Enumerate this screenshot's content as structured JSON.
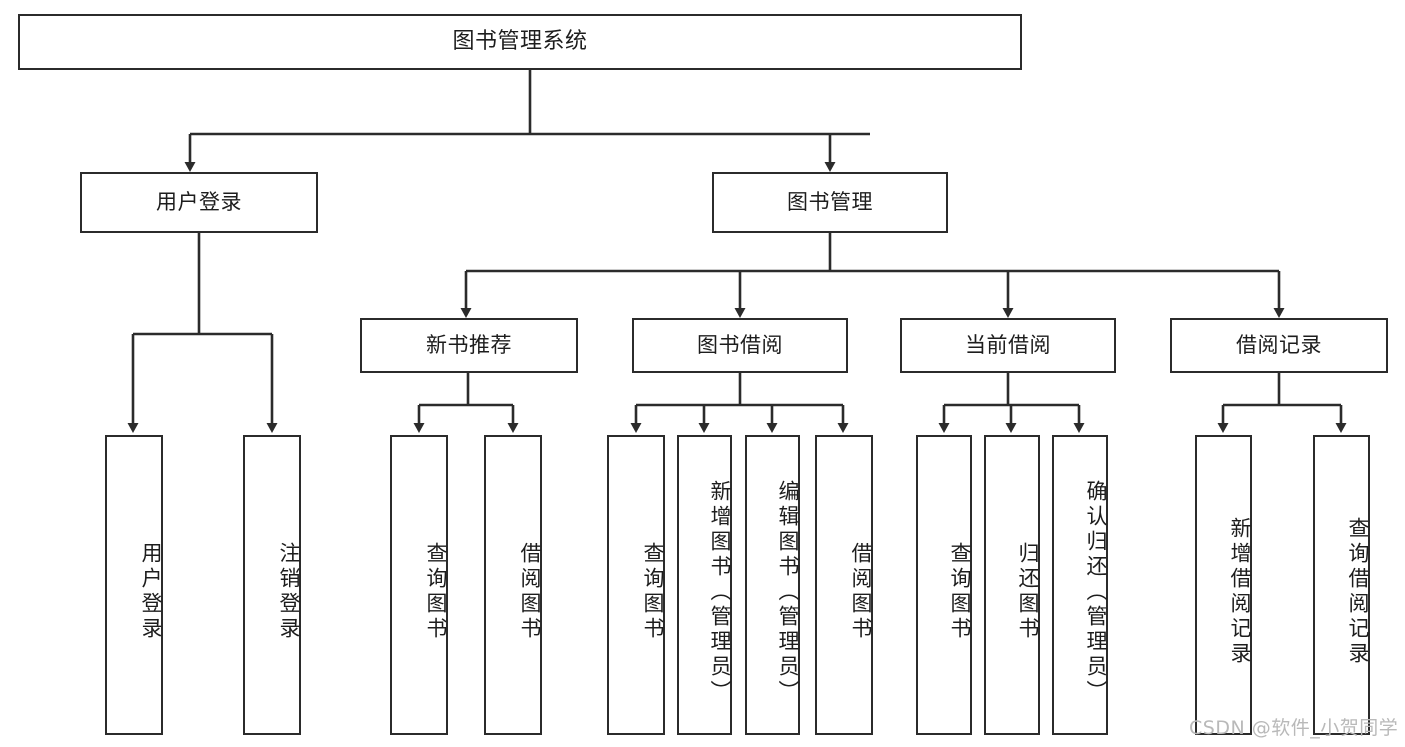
{
  "diagram": {
    "type": "tree-hierarchy",
    "title": "图书管理系统",
    "orientation": "top-down",
    "colors": {
      "box_border": "#2b2b2b",
      "box_fill": "#ffffff",
      "text": "#1d1d1d",
      "connector": "#2b2b2b",
      "watermark": "#b9b9b9",
      "background": "#ffffff"
    },
    "root": {
      "label": "图书管理系统"
    },
    "level1": [
      {
        "label": "用户登录"
      },
      {
        "label": "图书管理"
      }
    ],
    "level2": [
      {
        "label": "新书推荐",
        "parent": "图书管理"
      },
      {
        "label": "图书借阅",
        "parent": "图书管理"
      },
      {
        "label": "当前借阅",
        "parent": "图书管理"
      },
      {
        "label": "借阅记录",
        "parent": "图书管理"
      }
    ],
    "leaves": {
      "用户登录": [
        {
          "label": "用户登录"
        },
        {
          "label": "注销登录"
        }
      ],
      "新书推荐": [
        {
          "label": "查询图书"
        },
        {
          "label": "借阅图书"
        }
      ],
      "图书借阅": [
        {
          "label": "查询图书"
        },
        {
          "label": "新增图书（管理员）"
        },
        {
          "label": "编辑图书（管理员）"
        },
        {
          "label": "借阅图书"
        }
      ],
      "当前借阅": [
        {
          "label": "查询图书"
        },
        {
          "label": "归还图书"
        },
        {
          "label": "确认归还（管理员）"
        }
      ],
      "借阅记录": [
        {
          "label": "新增借阅记录"
        },
        {
          "label": "查询借阅记录"
        }
      ]
    }
  },
  "watermark": {
    "text": "CSDN @软件_小贺同学"
  }
}
